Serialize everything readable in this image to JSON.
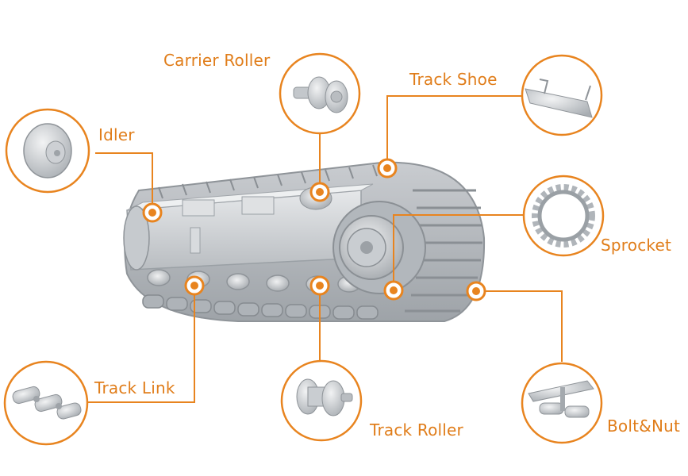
{
  "title": "Excavator Undercarriage Parts Diagram",
  "accent_color": "#e8841f",
  "parts": [
    {
      "id": "carrier-roller",
      "label": "Carrier Roller",
      "icon": "carrier-roller-icon"
    },
    {
      "id": "track-shoe",
      "label": "Track Shoe",
      "icon": "track-shoe-icon"
    },
    {
      "id": "idler",
      "label": "Idler",
      "icon": "idler-wheel-icon"
    },
    {
      "id": "sprocket",
      "label": "Sprocket",
      "icon": "sprocket-gear-icon"
    },
    {
      "id": "track-link",
      "label": "Track Link",
      "icon": "track-link-chain-icon"
    },
    {
      "id": "track-roller",
      "label": "Track Roller",
      "icon": "track-roller-icon"
    },
    {
      "id": "bolt-nut",
      "label": "Bolt&Nut",
      "icon": "bolt-and-nut-icon"
    }
  ]
}
